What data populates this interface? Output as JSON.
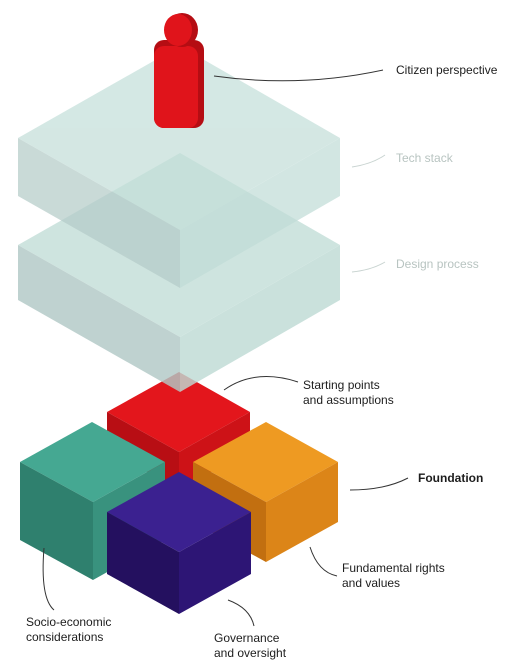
{
  "labels": {
    "citizen_perspective": "Citizen perspective",
    "tech_stack": "Tech stack",
    "design_process": "Design process",
    "starting_points": [
      "Starting points",
      "and assumptions"
    ],
    "foundation": "Foundation",
    "fundamental_rights": [
      "Fundamental rights",
      "and values"
    ],
    "socio_economic": [
      "Socio-economic",
      "considerations"
    ],
    "governance": [
      "Governance",
      "and oversight"
    ]
  },
  "colors": {
    "layer_top": "#c4dfd9",
    "layer_left": "#b7ccc9",
    "layer_right": "#c3dfda",
    "figure_red": "#e0141b",
    "starting_points_red": "#e3161c",
    "fundamental_rights_orange": "#e8901e",
    "socio_economic_teal": "#3f9f88",
    "governance_purple": "#321a7a",
    "muted_text": "#b8c4c1"
  }
}
